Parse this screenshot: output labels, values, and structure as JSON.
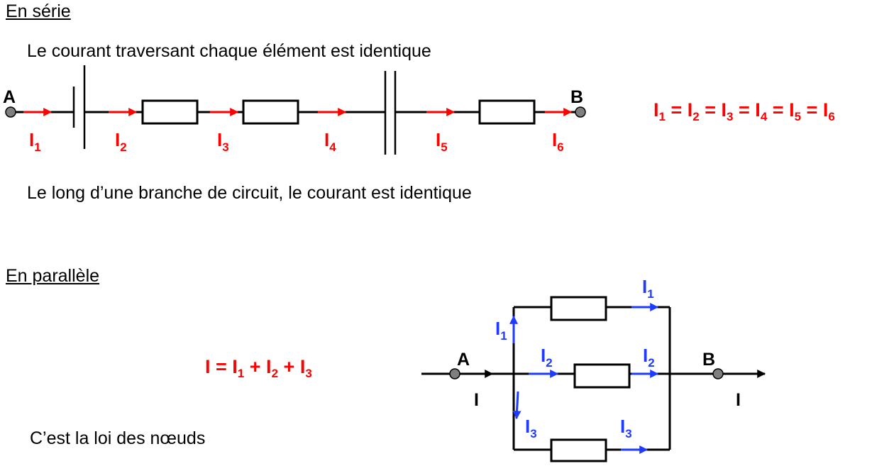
{
  "series_section": {
    "heading": "En série",
    "statement": "Le courant traversant chaque élément est identique",
    "branch_note": "Le long d’une branche de circuit, le courant est identique",
    "node_labels": [
      "A",
      "B"
    ],
    "current_labels": [
      {
        "letter": "I",
        "sub": "1"
      },
      {
        "letter": "I",
        "sub": "2"
      },
      {
        "letter": "I",
        "sub": "3"
      },
      {
        "letter": "I",
        "sub": "4"
      },
      {
        "letter": "I",
        "sub": "5"
      },
      {
        "letter": "I",
        "sub": "6"
      }
    ],
    "equation": {
      "letter": "I",
      "subs": [
        "1",
        "2",
        "3",
        "4",
        "5",
        "6"
      ],
      "operator": "="
    }
  },
  "parallel_section": {
    "heading": "En parallèle",
    "law_note": "C’est la loi des nœuds",
    "node_labels": [
      "A",
      "B"
    ],
    "main_current": "I",
    "branch_currents": [
      {
        "letter": "I",
        "sub": "1"
      },
      {
        "letter": "I",
        "sub": "2"
      },
      {
        "letter": "I",
        "sub": "3"
      }
    ],
    "equation": {
      "lhs": "I",
      "letter": "I",
      "subs": [
        "1",
        "2",
        "3"
      ],
      "operator": "+"
    }
  },
  "colors": {
    "series_current": "#ff0000",
    "parallel_current": "#1f3bff",
    "wire": "#000000",
    "node": "#7f7f7f"
  }
}
